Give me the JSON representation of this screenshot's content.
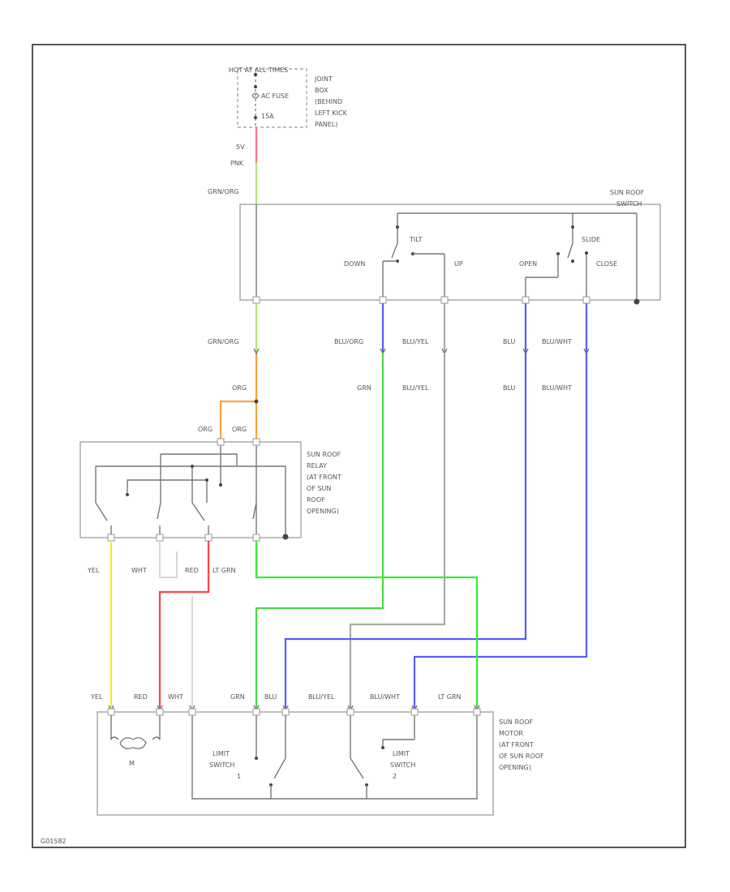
{
  "colors": {
    "frame": "#555555",
    "box": "#aaaaaa",
    "pink": "#ff6f8f",
    "grn_org": "#b9e07a",
    "org": "#ffa040",
    "blu": "#5a5aff",
    "grn": "#44dd44",
    "lt_grn": "#33ee33",
    "yel": "#eeee33",
    "red": "#ff4444",
    "wht": "#cccccc",
    "gray": "#aaaaaa"
  },
  "joint_box": {
    "top_label": "HOT AT ALL TIMES",
    "fuse": "15A",
    "fuse_label": "AC FUSE",
    "lines": [
      "JOINT",
      "BOX",
      "(BEHIND",
      "LEFT KICK",
      "PANEL)"
    ]
  },
  "wires": {
    "pink_num": "5V",
    "pink": "PNK",
    "grn_org": "GRN/ORG",
    "org": "ORG",
    "blu_org": "BLU/ORG",
    "blu_yel": "BLU/YEL",
    "blu": "BLU",
    "blu_wht": "BLU/WHT",
    "grn": "GRN",
    "yel": "YEL",
    "wht": "WHT",
    "red": "RED",
    "lt_grn": "LT GRN"
  },
  "switch": {
    "label": "SUN ROOF SWITCH",
    "tilt": "TILT",
    "slide": "SLIDE",
    "down": "DOWN",
    "up": "UP",
    "open": "OPEN",
    "close": "CLOSE"
  },
  "relay": {
    "lines": [
      "SUN ROOF",
      "RELAY",
      "(AT FRONT",
      "OF SUN",
      "ROOF",
      "OPENING)"
    ]
  },
  "motor": {
    "m": "M",
    "limit1": [
      "LIMIT",
      "SWITCH",
      "1"
    ],
    "limit2": [
      "LIMIT",
      "SWITCH",
      "2"
    ],
    "lines": [
      "SUN ROOF",
      "MOTOR",
      "(AT FRONT",
      "OF SUN ROOF",
      "OPENING)"
    ]
  },
  "footer_code": "G01582"
}
